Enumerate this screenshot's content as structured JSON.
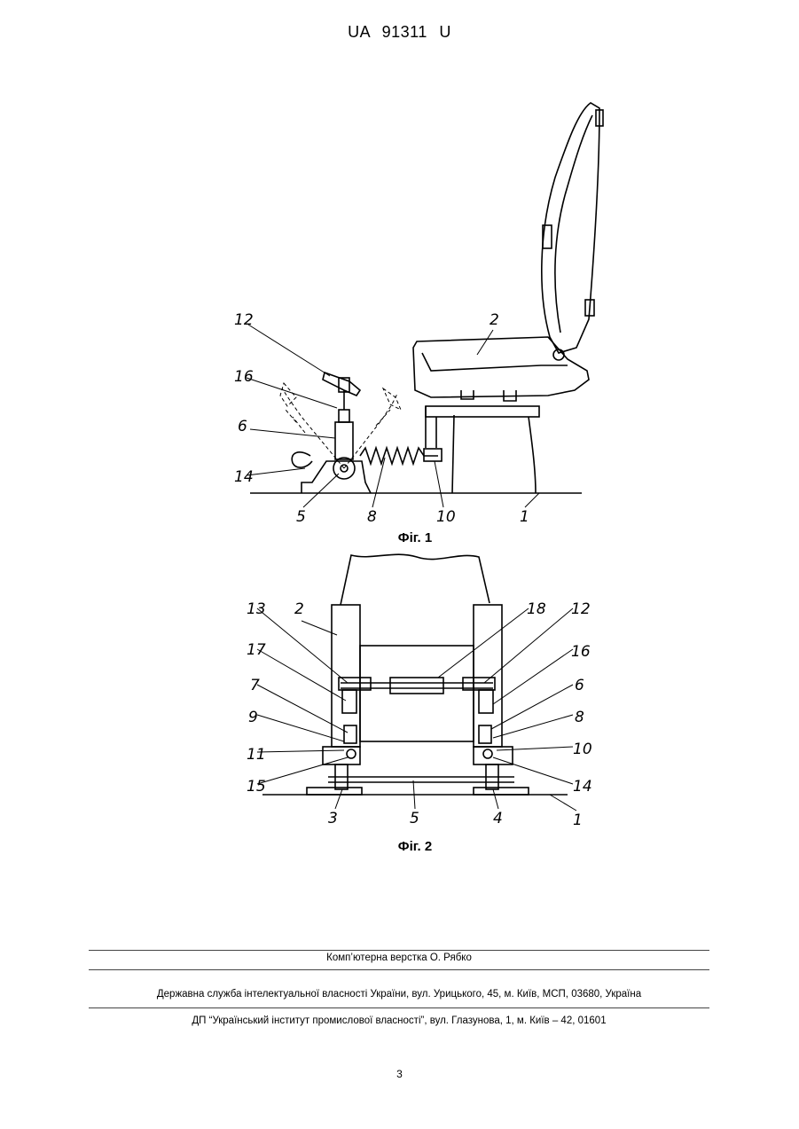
{
  "header": {
    "doc_number": "UA   91311   U"
  },
  "figure1": {
    "caption": "Фіг. 1",
    "labels": {
      "l12": "12",
      "l16": "16",
      "l6": "6",
      "l14": "14",
      "l5": "5",
      "l8": "8",
      "l10": "10",
      "l1": "1",
      "l2": "2"
    }
  },
  "figure2": {
    "caption": "Фіг. 2",
    "labels": {
      "l13": "13",
      "l2": "2",
      "l18": "18",
      "l12": "12",
      "l17": "17",
      "l16": "16",
      "l7": "7",
      "l6": "6",
      "l9": "9",
      "l8": "8",
      "l11": "11",
      "l10": "10",
      "l15": "15",
      "l14": "14",
      "l3": "3",
      "l5": "5",
      "l4": "4",
      "l1": "1"
    }
  },
  "footer": {
    "layout": "Комп’ютерна верстка О. Рябко",
    "agency": "Державна служба інтелектуальної власності України, вул. Урицького, 45, м. Київ, МСП, 03680, Україна",
    "institute": "ДП “Український інститут промислової власності”, вул. Глазунова, 1, м. Київ – 42, 01601"
  },
  "page_number": "3"
}
